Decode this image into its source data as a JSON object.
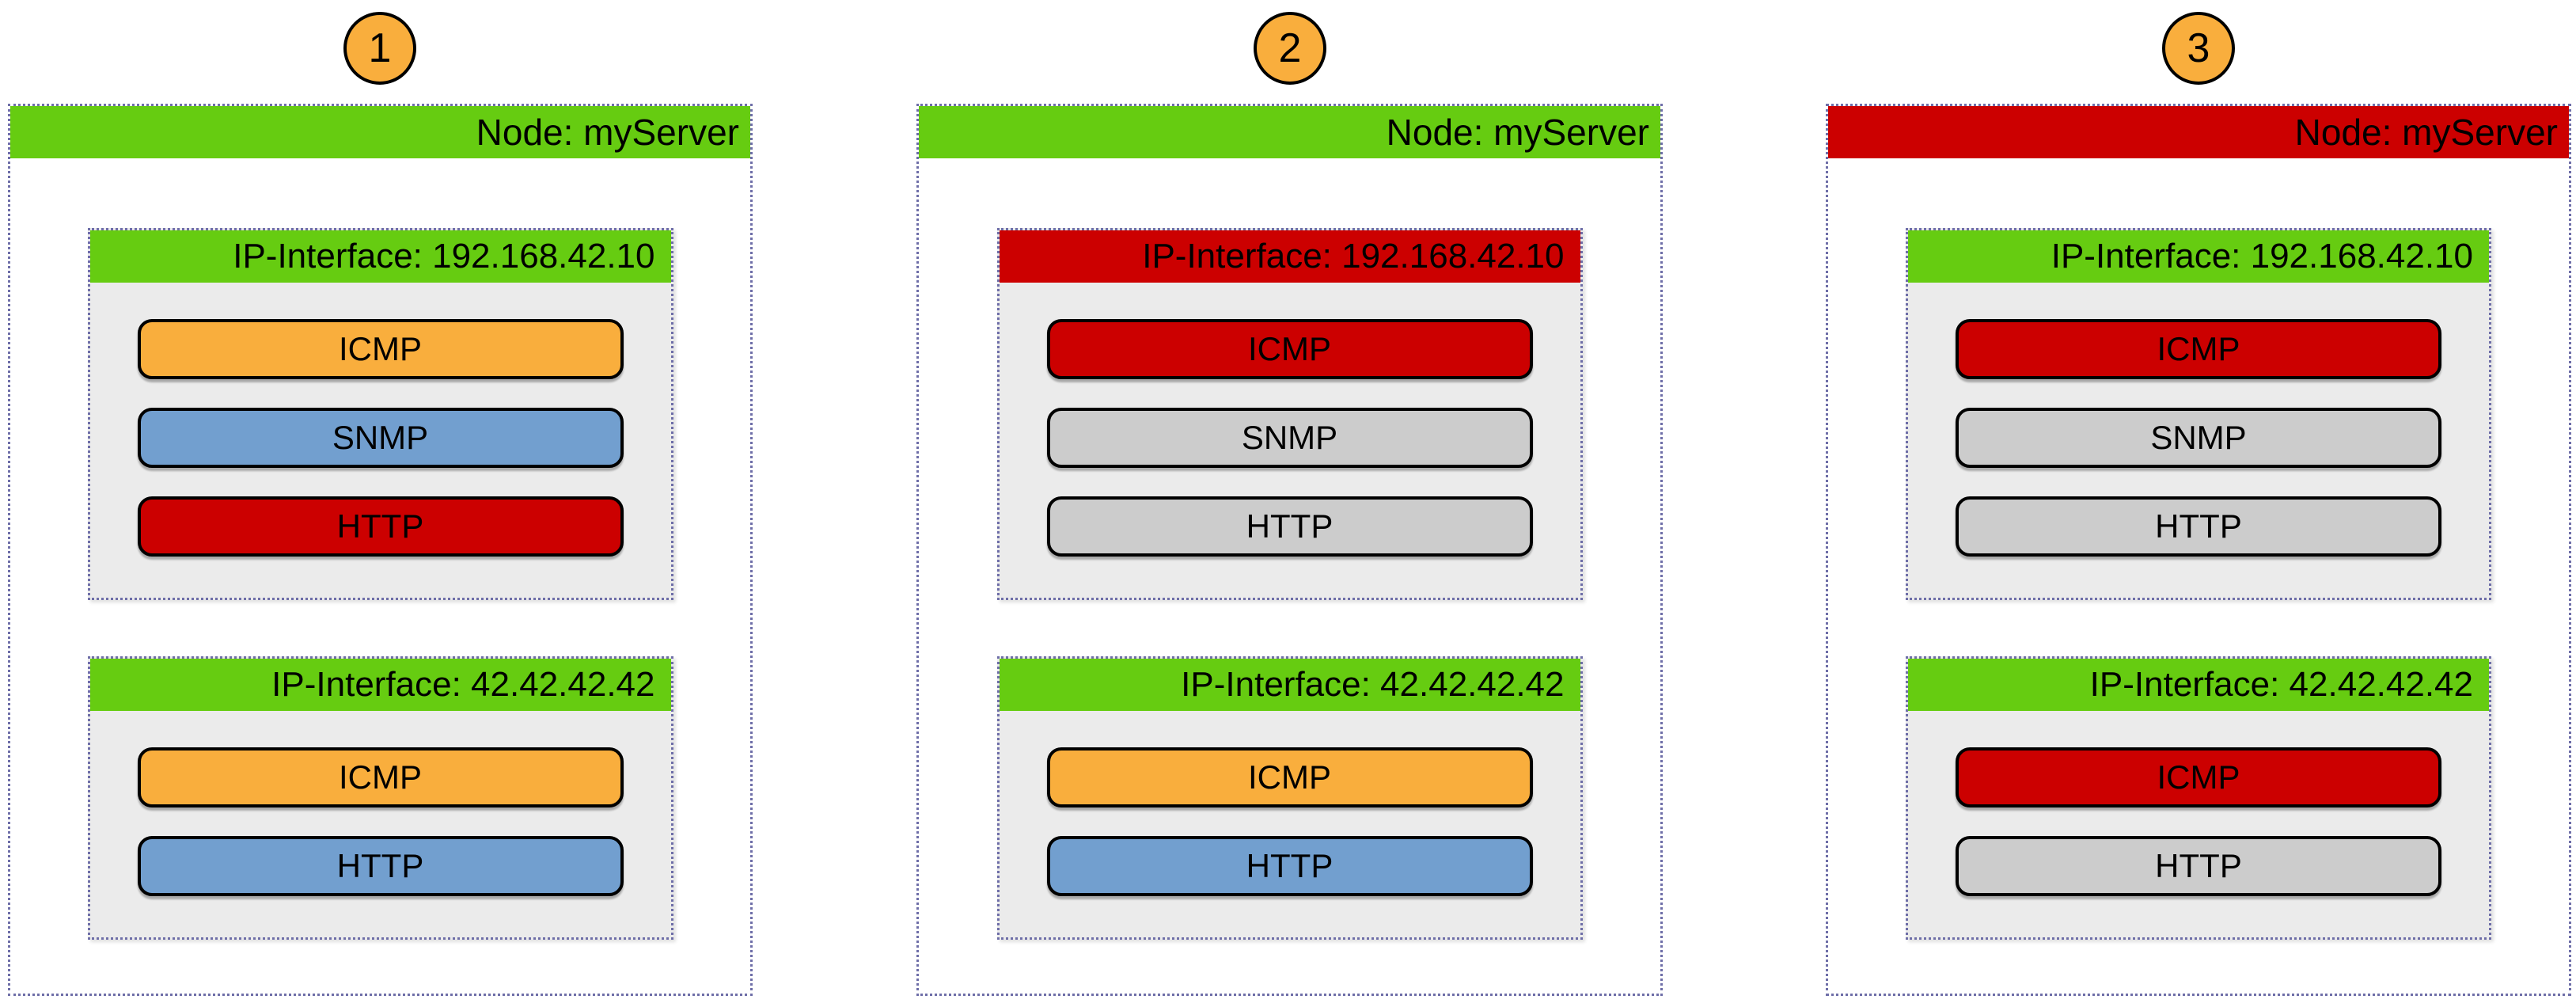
{
  "colors": {
    "green": "#66CC11",
    "red": "#CC0000",
    "orange": "#F9AE3D",
    "blue": "#729FCF",
    "gray": "#CCCCCC",
    "box_background": "#EBEBEB",
    "dotted_border": "#6E6EA8",
    "badge_fill": "#F9AE3D"
  },
  "panels": [
    {
      "step": "1",
      "node": {
        "label": "Node: myServer",
        "status": "green"
      },
      "interfaces": [
        {
          "label": "IP-Interface: 192.168.42.10",
          "status": "green",
          "services": [
            {
              "label": "ICMP",
              "status": "orange"
            },
            {
              "label": "SNMP",
              "status": "blue"
            },
            {
              "label": "HTTP",
              "status": "red"
            }
          ]
        },
        {
          "label": "IP-Interface: 42.42.42.42",
          "status": "green",
          "services": [
            {
              "label": "ICMP",
              "status": "orange"
            },
            {
              "label": "HTTP",
              "status": "blue"
            }
          ]
        }
      ]
    },
    {
      "step": "2",
      "node": {
        "label": "Node: myServer",
        "status": "green"
      },
      "interfaces": [
        {
          "label": "IP-Interface: 192.168.42.10",
          "status": "red",
          "services": [
            {
              "label": "ICMP",
              "status": "red"
            },
            {
              "label": "SNMP",
              "status": "gray"
            },
            {
              "label": "HTTP",
              "status": "gray"
            }
          ]
        },
        {
          "label": "IP-Interface: 42.42.42.42",
          "status": "green",
          "services": [
            {
              "label": "ICMP",
              "status": "orange"
            },
            {
              "label": "HTTP",
              "status": "blue"
            }
          ]
        }
      ]
    },
    {
      "step": "3",
      "node": {
        "label": "Node: myServer",
        "status": "red"
      },
      "interfaces": [
        {
          "label": "IP-Interface: 192.168.42.10",
          "status": "green",
          "services": [
            {
              "label": "ICMP",
              "status": "red"
            },
            {
              "label": "SNMP",
              "status": "gray"
            },
            {
              "label": "HTTP",
              "status": "gray"
            }
          ]
        },
        {
          "label": "IP-Interface: 42.42.42.42",
          "status": "green",
          "services": [
            {
              "label": "ICMP",
              "status": "red"
            },
            {
              "label": "HTTP",
              "status": "gray"
            }
          ]
        }
      ]
    }
  ]
}
